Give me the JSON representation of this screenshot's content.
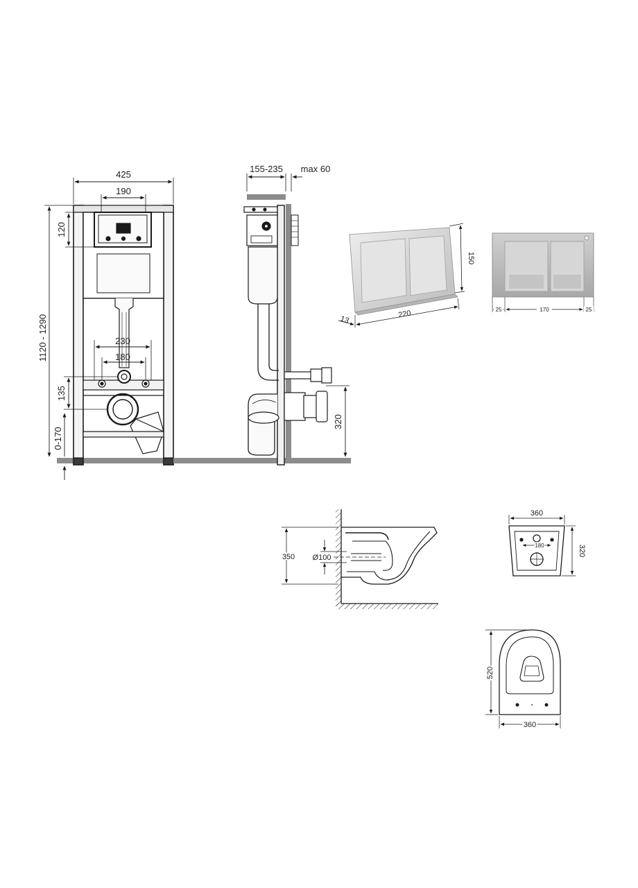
{
  "front_view": {
    "width": "425",
    "panel_width": "190",
    "panel_height": "120",
    "total_height": "1120 - 1290",
    "stud_spacing_outer": "230",
    "stud_spacing_inner": "180",
    "drain_offset": "135",
    "foot_adjust": "0-170"
  },
  "side_view": {
    "depth": "155-235",
    "wall_max": "max 60",
    "outlet_height": "320"
  },
  "button_plate": {
    "depth": "13",
    "width": "220",
    "height": "150"
  },
  "button_front": {
    "margin_left": "25",
    "inner_width": "170",
    "margin_right": "25"
  },
  "bowl_side": {
    "height": "350",
    "outlet_diameter": "Ø100"
  },
  "bowl_back": {
    "width": "360",
    "height": "320",
    "bolt_spacing": "180"
  },
  "bowl_top": {
    "length": "520",
    "width": "360"
  },
  "colors": {
    "line": "#1a1a1a",
    "frame": "#3a3a3a",
    "floor": "#8c8c8c",
    "plate_silver": "#d9d9d9",
    "plate_grey": "#c2c2c2"
  }
}
